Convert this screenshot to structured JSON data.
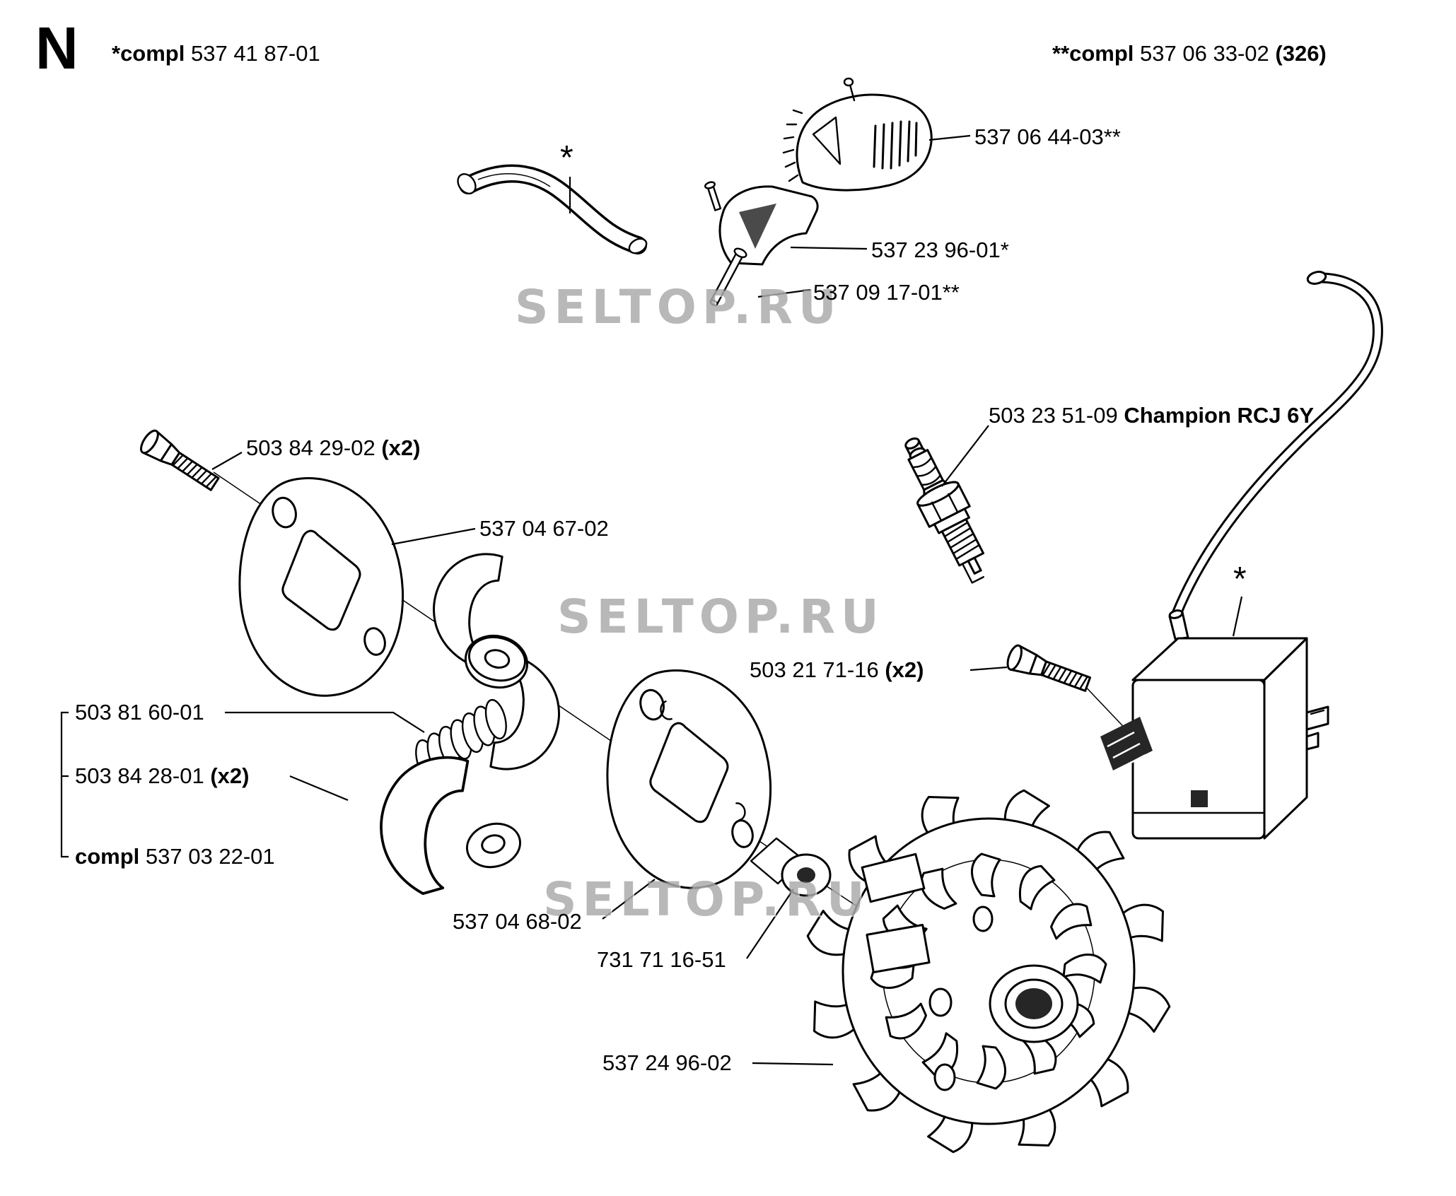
{
  "page": {
    "section_letter": "N",
    "header_left": {
      "prefix": "*compl",
      "number": "537 41 87-01"
    },
    "header_right": {
      "prefix": "**compl",
      "number": "537 06 33-02",
      "suffix": "(326)"
    }
  },
  "watermark": {
    "text": "SELTOP.RU"
  },
  "labels": {
    "air_guide": {
      "text": "537 06 44-03**"
    },
    "intake_elbow": {
      "text": "537 23 96-01*"
    },
    "pin": {
      "text": "537 09 17-01**"
    },
    "fuel_hose_marker": {
      "text": "*"
    },
    "spark_plug": {
      "number": "503 23 51-09",
      "name": "Champion RCJ 6Y"
    },
    "clutch_screw": {
      "number": "503 84 29-02",
      "qty": "(x2)"
    },
    "clutch_washer_front": {
      "text": "537 04 67-02"
    },
    "module_screw": {
      "number": "503 21 71-16",
      "qty": "(x2)"
    },
    "module_marker": {
      "text": "*"
    },
    "clutch_spring": {
      "text": "503 81 60-01"
    },
    "clutch_shoe": {
      "number": "503 84 28-01",
      "qty": "(x2)"
    },
    "clutch_assembly": {
      "prefix": "compl",
      "number": "537 03 22-01"
    },
    "clutch_washer_rear": {
      "text": "537 04 68-02"
    },
    "flywheel_nut": {
      "text": "731 71 16-51"
    },
    "flywheel": {
      "text": "537 24 96-02"
    }
  }
}
